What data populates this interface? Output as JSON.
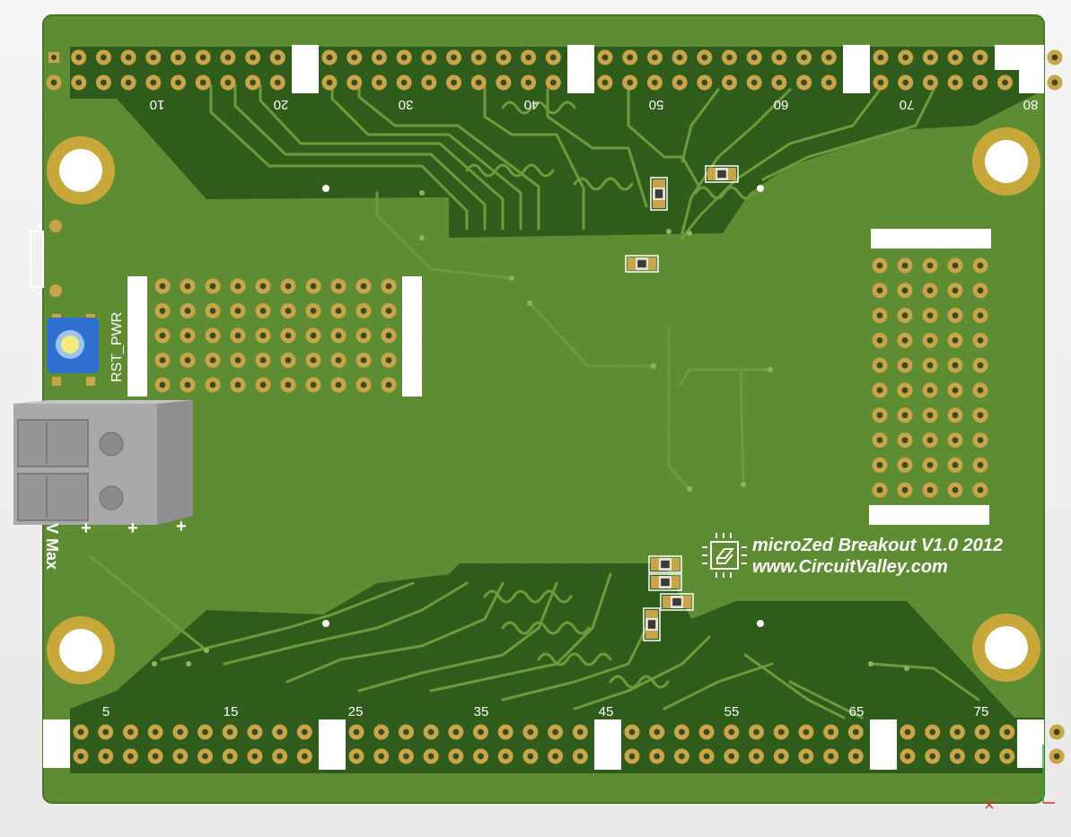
{
  "board": {
    "header_top_numbers": [
      "10",
      "20",
      "30",
      "40",
      "50",
      "60",
      "70",
      "80"
    ],
    "header_bottom_numbers": [
      "5",
      "15",
      "25",
      "35",
      "45",
      "55",
      "65",
      "75"
    ],
    "button_label": "RST_PWR",
    "voltage_label": "V Max",
    "terminal_polarity": [
      "+",
      "+",
      "+"
    ],
    "title_line1": "microZed Breakout V1.0 2012",
    "title_line2": "www.CircuitValley.com",
    "side_led_labels": [
      "X",
      "X"
    ]
  },
  "colors": {
    "board": "#5e8c33",
    "copper_pour": "#2f5c1b",
    "trace": "#6f9a3c",
    "pad": "#c8a44a",
    "drill": "#3a4a1a",
    "silkscreen": "#ffffff",
    "button": "#2f6fd0",
    "terminal": "#a9a9a9"
  },
  "icons": [
    "chip-logo-icon",
    "button-icon",
    "terminal-block-icon",
    "mounting-hole-icon"
  ]
}
